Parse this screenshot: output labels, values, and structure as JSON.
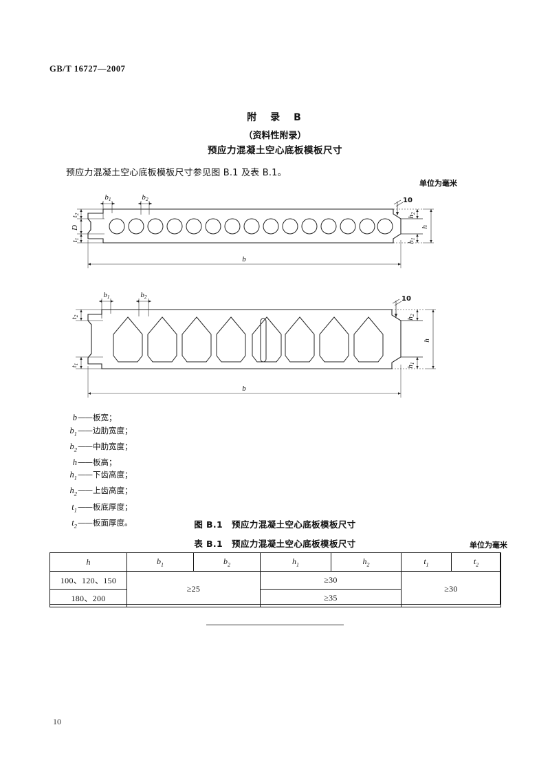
{
  "document": {
    "standard_code": "GB/T 16727—2007",
    "page_number": "10"
  },
  "annex": {
    "title": "附　录　B",
    "subtitle": "（资料性附录）",
    "name": "预应力混凝土空心底板模板尺寸",
    "paragraph": "预应力混凝土空心底板模板尺寸参见图 B.1 及表 B.1。"
  },
  "units": {
    "figure": "单位为毫米",
    "table": "单位为毫米"
  },
  "figure": {
    "caption": "图 B.1　预应力混凝土空心底板模板尺寸",
    "drawing_top": {
      "void_count": 15,
      "void_shape": "circle",
      "labels": {
        "b1": "b₁",
        "b2": "b₂",
        "t1": "t₁",
        "t2": "t₂",
        "D": "D",
        "h": "h",
        "h1": "h₁",
        "h2": "h₂",
        "b": "b",
        "chamfer": "10"
      }
    },
    "drawing_bottom": {
      "void_count": 8,
      "void_shape": "pentagon",
      "center_slot": true,
      "labels": {
        "b1": "b₁",
        "b2": "b₂",
        "t1": "t₁",
        "t2": "t₂",
        "h": "h",
        "h1": "h₁",
        "h2": "h₂",
        "b": "b",
        "chamfer": "10"
      }
    }
  },
  "legend": {
    "items": [
      {
        "symbol": "b",
        "sub": "",
        "desc": "板宽；"
      },
      {
        "symbol": "b",
        "sub": "1",
        "desc": "边肋宽度；"
      },
      {
        "symbol": "b",
        "sub": "2",
        "desc": "中肋宽度；"
      },
      {
        "symbol": "h",
        "sub": "",
        "desc": "板高；"
      },
      {
        "symbol": "h",
        "sub": "1",
        "desc": "下齿高度；"
      },
      {
        "symbol": "h",
        "sub": "2",
        "desc": "上齿高度；"
      },
      {
        "symbol": "t",
        "sub": "1",
        "desc": "板底厚度；"
      },
      {
        "symbol": "t",
        "sub": "2",
        "desc": "板面厚度。"
      }
    ]
  },
  "table": {
    "caption": "表 B.1　预应力混凝土空心底板模板尺寸",
    "headers": [
      {
        "symbol": "h",
        "sub": ""
      },
      {
        "symbol": "b",
        "sub": "1"
      },
      {
        "symbol": "b",
        "sub": "2"
      },
      {
        "symbol": "h",
        "sub": "1"
      },
      {
        "symbol": "h",
        "sub": "2"
      },
      {
        "symbol": "t",
        "sub": "1"
      },
      {
        "symbol": "t",
        "sub": "2"
      }
    ],
    "rows": [
      {
        "h": "100、120、150",
        "b_span": "≥25",
        "h_span": "≥30",
        "t_span": "≥30"
      },
      {
        "h": "180、200",
        "h_span": "≥35"
      }
    ]
  }
}
